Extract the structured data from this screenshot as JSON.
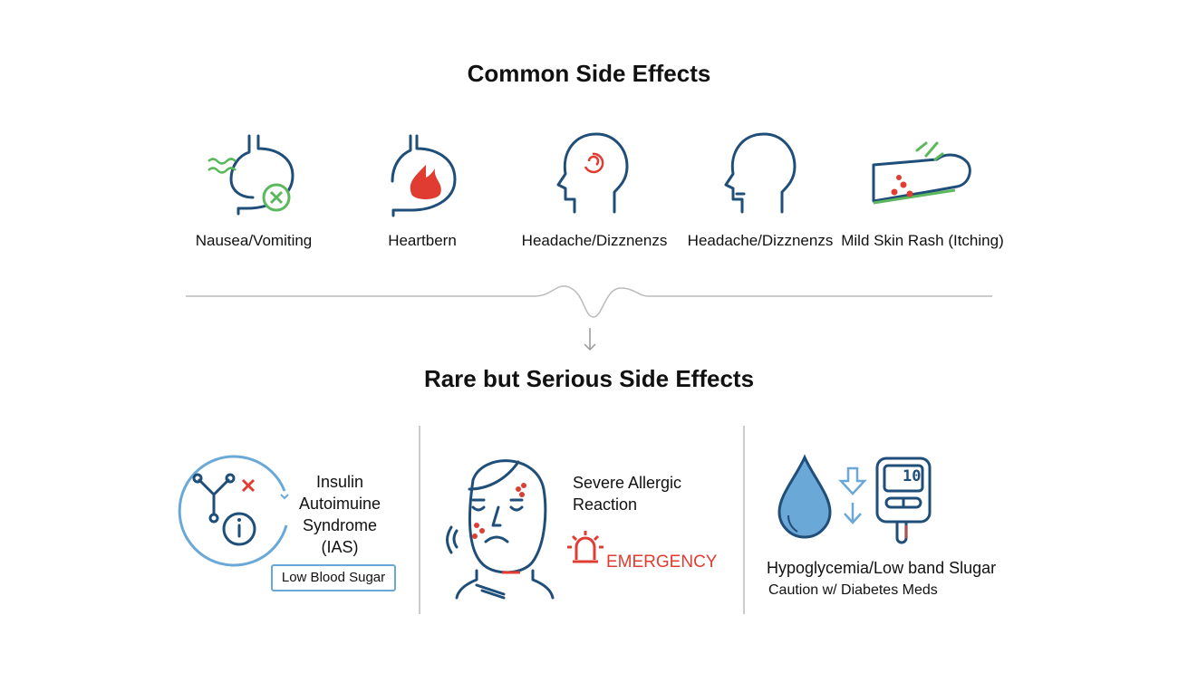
{
  "common": {
    "title": "Common Side Effects",
    "items": [
      {
        "label": "Nausea/Vomiting",
        "icon": "stomach-nausea-icon"
      },
      {
        "label": "Heartbern",
        "icon": "stomach-fire-icon"
      },
      {
        "label": "Headache/Dizznenzs",
        "icon": "head-spiral-icon"
      },
      {
        "label": "Headache/Dizznenzs",
        "icon": "head-profile-icon"
      },
      {
        "label": "Mild Skin Rash (Itching)",
        "icon": "arm-rash-icon"
      }
    ]
  },
  "rare": {
    "title": "Rare but Serious Side Effects",
    "ias": {
      "title": "Insulin Autoimuine Syndrome (IAS)",
      "badge": "Low Blood Sugar"
    },
    "allergic": {
      "title": "Severe Allergic Reaction",
      "alert": "EMERGENCY"
    },
    "hypo": {
      "title": "Hypoglycemia/Low band Slugar",
      "note": "Caution w/ Diabetes Meds",
      "meter_reading": "10"
    }
  },
  "colors": {
    "navy": "#1f4e79",
    "red": "#e03c31",
    "green": "#5cb85c",
    "lightblue": "#6aa8d8"
  }
}
